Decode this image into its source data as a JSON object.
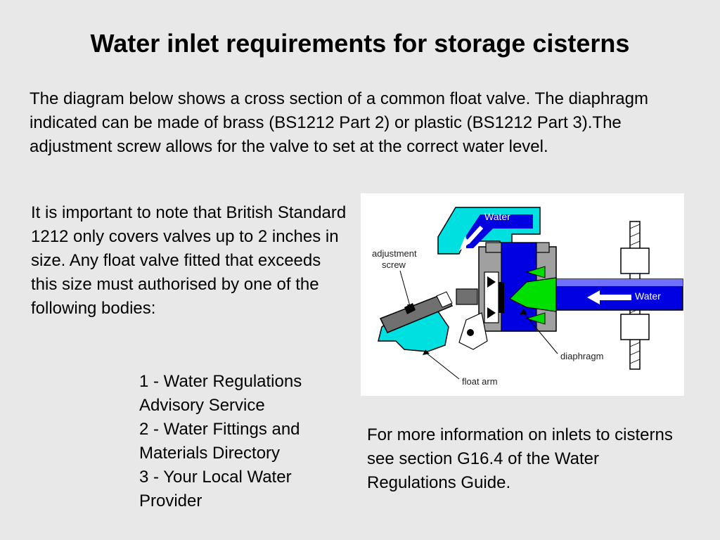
{
  "slide": {
    "title": "Water inlet requirements for storage cisterns",
    "intro": "The diagram below shows a cross section of a common float valve. The diaphragm indicated can be made of brass (BS1212 Part 2) or plastic (BS1212 Part 3).The adjustment screw allows for the valve to set at the correct water level.",
    "note": "It is important to note that British Standard 1212 only covers valves up to 2 inches in size. Any float valve fitted that exceeds this size must authorised by one of the following bodies:",
    "bodies": [
      "1 - Water Regulations Advisory Service",
      "2 - Water Fittings and Materials Directory",
      "3 - Your Local Water Provider"
    ],
    "more_info": "For more information on inlets to cisterns see section G16.4 of the Water Regulations Guide."
  },
  "diagram": {
    "labels": {
      "water_top": "Water",
      "water_right": "Water",
      "adjustment_line1": "adjustment",
      "adjustment_line2": "screw",
      "diaphragm": "diaphragm",
      "float_arm": "float arm"
    },
    "colors": {
      "water": "#0000e0",
      "cyan": "#00e0e0",
      "green": "#00e000",
      "grey": "#a0a0a0",
      "dark_grey": "#707070",
      "outline": "#000000"
    }
  }
}
